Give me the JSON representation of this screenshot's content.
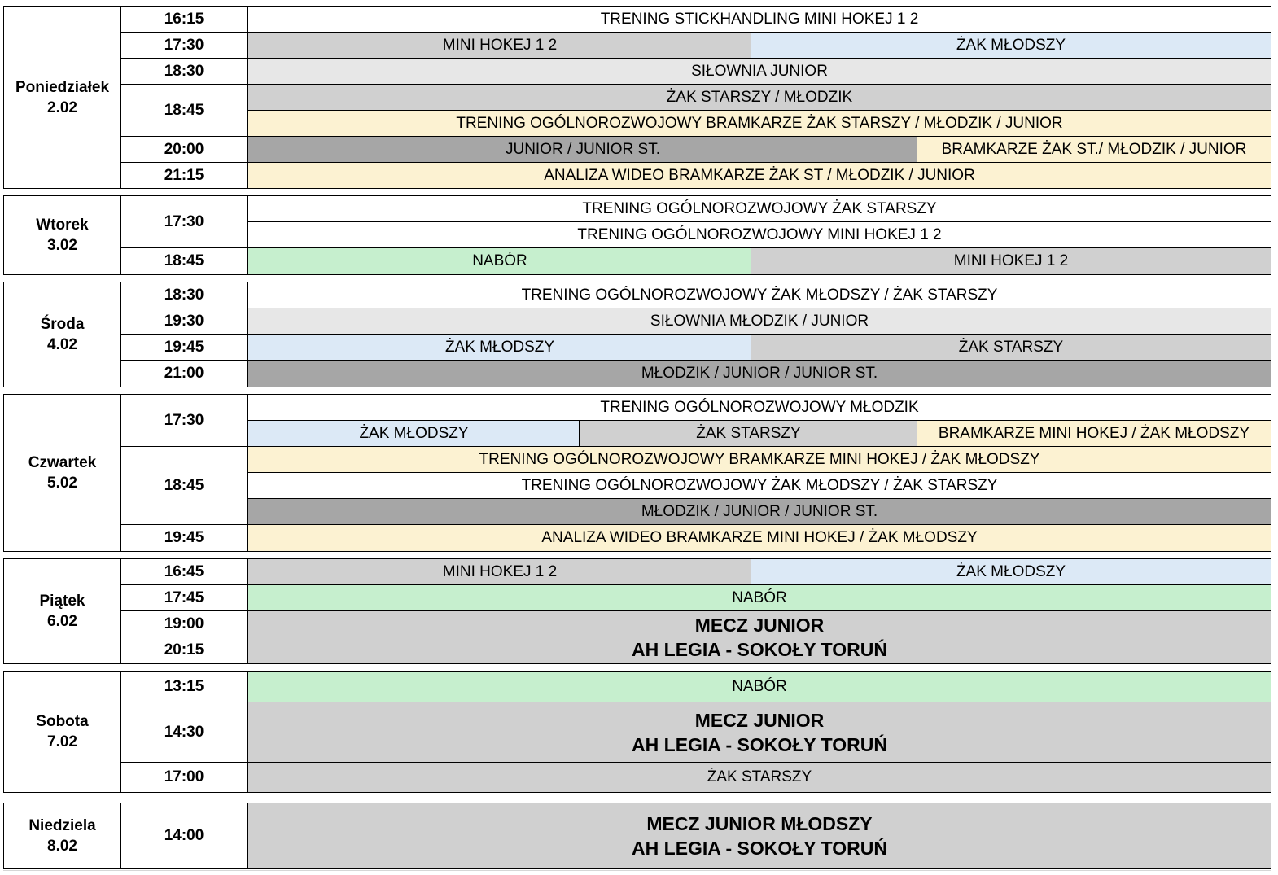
{
  "days": [
    {
      "name": "Poniedziałek",
      "date": "2.02",
      "times": [
        "16:15",
        "17:30",
        "18:30",
        "18:45",
        "20:00",
        "21:15"
      ],
      "activities": [
        "TRENING STICKHANDLING MINI HOKEJ 1 2",
        "MINI HOKEJ 1 2",
        "ŻAK MŁODSZY",
        "SIŁOWNIA JUNIOR",
        "ŻAK STARSZY / MŁODZIK",
        "TRENING OGÓLNOROZWOJOWY BRAMKARZE ŻAK STARSZY / MŁODZIK / JUNIOR",
        "JUNIOR / JUNIOR ST.",
        "BRAMKARZE ŻAK ST./ MŁODZIK / JUNIOR",
        "ANALIZA WIDEO BRAMKARZE ŻAK ST / MŁODZIK  / JUNIOR"
      ]
    },
    {
      "name": "Wtorek",
      "date": "3.02",
      "times": [
        "17:30",
        "18:45"
      ],
      "activities": [
        "TRENING OGÓLNOROZWOJOWY  ŻAK STARSZY",
        "TRENING OGÓLNOROZWOJOWY MINI HOKEJ 1 2",
        "NABÓR",
        "MINI HOKEJ 1 2"
      ]
    },
    {
      "name": "Środa",
      "date": "4.02",
      "times": [
        "18:30",
        "19:30",
        "19:45",
        "21:00"
      ],
      "activities": [
        "TRENING OGÓLNOROZWOJOWY ŻAK MŁODSZY / ŻAK STARSZY",
        "SIŁOWNIA MŁODZIK / JUNIOR",
        "ŻAK MŁODSZY",
        "ŻAK STARSZY",
        "MŁODZIK / JUNIOR / JUNIOR ST."
      ]
    },
    {
      "name": "Czwartek",
      "date": "5.02",
      "times": [
        "17:30",
        "18:45",
        "19:45"
      ],
      "activities": [
        "TRENING OGÓLNOROZWOJOWY MŁODZIK",
        "ŻAK MŁODSZY",
        "ŻAK STARSZY",
        "BRAMKARZE MINI HOKEJ / ŻAK MŁODSZY",
        "TRENING OGÓLNOROZWOJOWY BRAMKARZE MINI HOKEJ / ŻAK MŁODSZY",
        "TRENING OGÓLNOROZWOJOWY ŻAK MŁODSZY / ŻAK STARSZY",
        "MŁODZIK / JUNIOR / JUNIOR ST.",
        "ANALIZA WIDEO BRAMKARZE MINI HOKEJ / ŻAK MŁODSZY"
      ]
    },
    {
      "name": "Piątek",
      "date": "6.02",
      "times": [
        "16:45",
        "17:45",
        "19:00",
        "20:15"
      ],
      "activities": [
        "MINI HOKEJ 1 2",
        "ŻAK MŁODSZY",
        "NABÓR"
      ],
      "match": [
        "MECZ JUNIOR",
        "AH LEGIA - SOKOŁY TORUŃ"
      ]
    },
    {
      "name": "Sobota",
      "date": "7.02",
      "times": [
        "13:15",
        "14:30",
        "17:00"
      ],
      "activities": [
        "NABÓR",
        "ŻAK STARSZY"
      ],
      "match": [
        "MECZ JUNIOR",
        "AH LEGIA - SOKOŁY TORUŃ"
      ]
    },
    {
      "name": "Niedziela",
      "date": "8.02",
      "times": [
        "14:00"
      ],
      "activities": [],
      "match": [
        "MECZ JUNIOR MŁODSZY",
        "AH LEGIA - SOKOŁY TORUŃ"
      ]
    }
  ]
}
